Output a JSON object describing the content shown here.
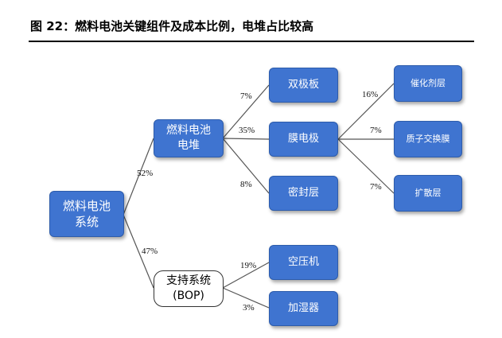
{
  "title": "图 22：燃料电池关键组件及成本比例，电堆占比较高",
  "nodes": {
    "system": "燃料电池\n系统",
    "stack": "燃料电池\n电堆",
    "bop": "支持系统\n(BOP)",
    "bipolar_plate": "双极板",
    "mea": "膜电极",
    "seal": "密封层",
    "catalyst": "催化剂层",
    "pem": "质子交换膜",
    "gdl": "扩散层",
    "compressor": "空压机",
    "humidifier": "加湿器"
  },
  "percentages": {
    "stack": "52%",
    "bop": "47%",
    "bipolar_plate": "7%",
    "mea": "35%",
    "seal": "8%",
    "catalyst": "16%",
    "pem": "7%",
    "gdl": "7%",
    "compressor": "19%",
    "humidifier": "3%"
  },
  "colors": {
    "node_fill": "#3f74d0",
    "node_text": "#ffffff",
    "bop_fill": "#ffffff",
    "line": "#555555"
  }
}
